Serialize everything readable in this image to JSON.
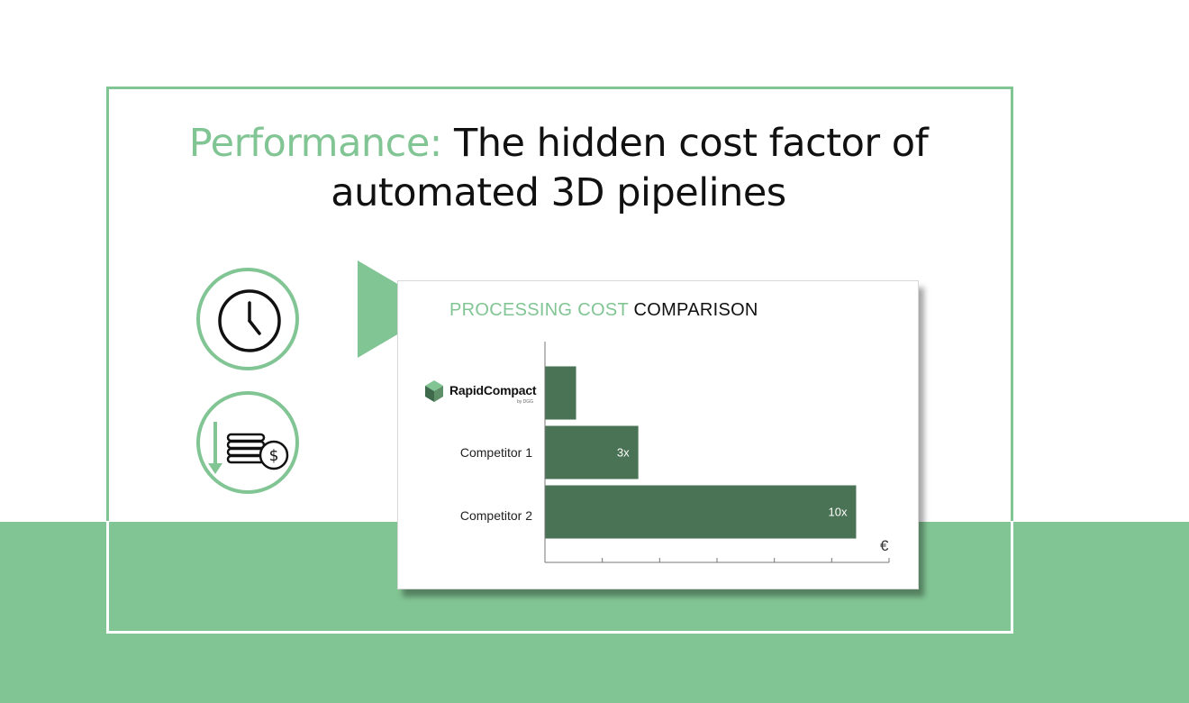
{
  "headline": {
    "accent": "Performance:",
    "line1_rest": "The hidden cost factor of",
    "line2": "automated 3D pipelines"
  },
  "icons": {
    "time": "clock-icon",
    "cost": "cost-reduction-coins-icon",
    "play": "play-triangle-icon"
  },
  "colors": {
    "brand_green": "#82c594",
    "bar_green": "#4a7254"
  },
  "card": {
    "title_accent": "PROCESSING COST",
    "title_rest": "COMPARISON",
    "logo": {
      "name": "RapidCompact",
      "byline": "by DGG"
    }
  },
  "chart_data": {
    "type": "bar",
    "orientation": "horizontal",
    "categories": [
      "RapidCompact",
      "Competitor 1",
      "Competitor 2"
    ],
    "values": [
      1,
      3,
      10
    ],
    "data_labels": [
      "",
      "3x",
      "10x"
    ],
    "xlabel": "€",
    "xlim": [
      0,
      11
    ],
    "x_ticks": 6,
    "grid": false,
    "legend": "none"
  }
}
